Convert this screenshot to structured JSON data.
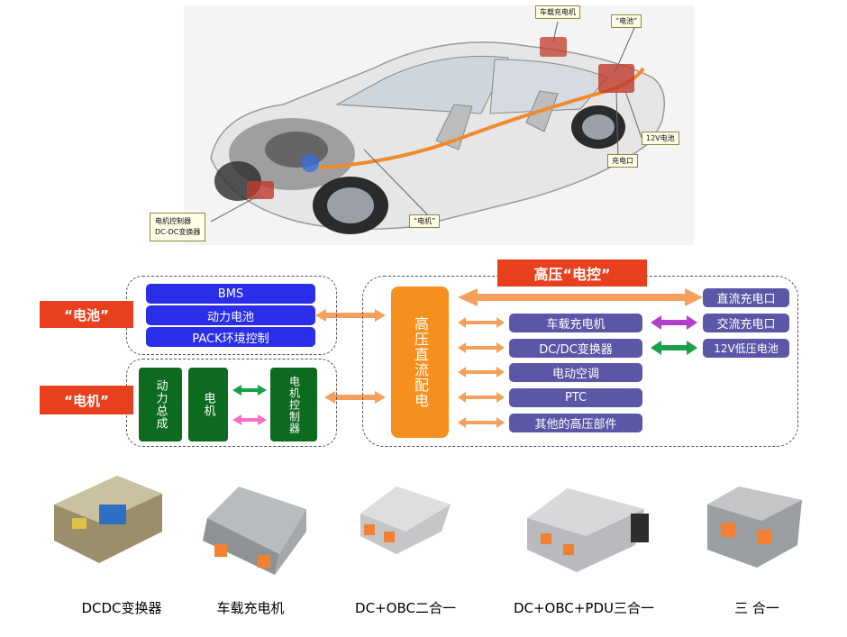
{
  "car": {
    "labels": {
      "obc": "车载充电机",
      "battery": "“电池”",
      "lv_battery": "12V电池",
      "charge_port": "充电口",
      "motor": "“电机”",
      "motor_controller": "电机控制器",
      "dcdc": "DC-DC变换器"
    }
  },
  "diagram": {
    "hv_control_title": "高压“电控”",
    "battery_label": "“电池”",
    "motor_label": "“电机”",
    "battery_blocks": [
      "BMS",
      "动力电池",
      "PACK环境控制"
    ],
    "motor_blocks": {
      "assembly": "动力总成",
      "motor": "电机",
      "controller": "电机控制器"
    },
    "pdu": "高压直流配电",
    "hv_components": [
      "车载充电机",
      "DC/DC变换器",
      "电动空调",
      "PTC",
      "其他的高压部件"
    ],
    "ports": [
      "直流充电口",
      "交流充电口",
      "12V低压电池"
    ],
    "colors": {
      "orange_arrow": "#f4a05c",
      "purple_arrow": "#b13fc9",
      "green_arrow": "#1aa04a",
      "pink_arrow": "#ff6fc9"
    }
  },
  "products": [
    "DCDC变换器",
    "车载充电机",
    "DC+OBC二合一",
    "DC+OBC+PDU三合一",
    "三 合一"
  ]
}
